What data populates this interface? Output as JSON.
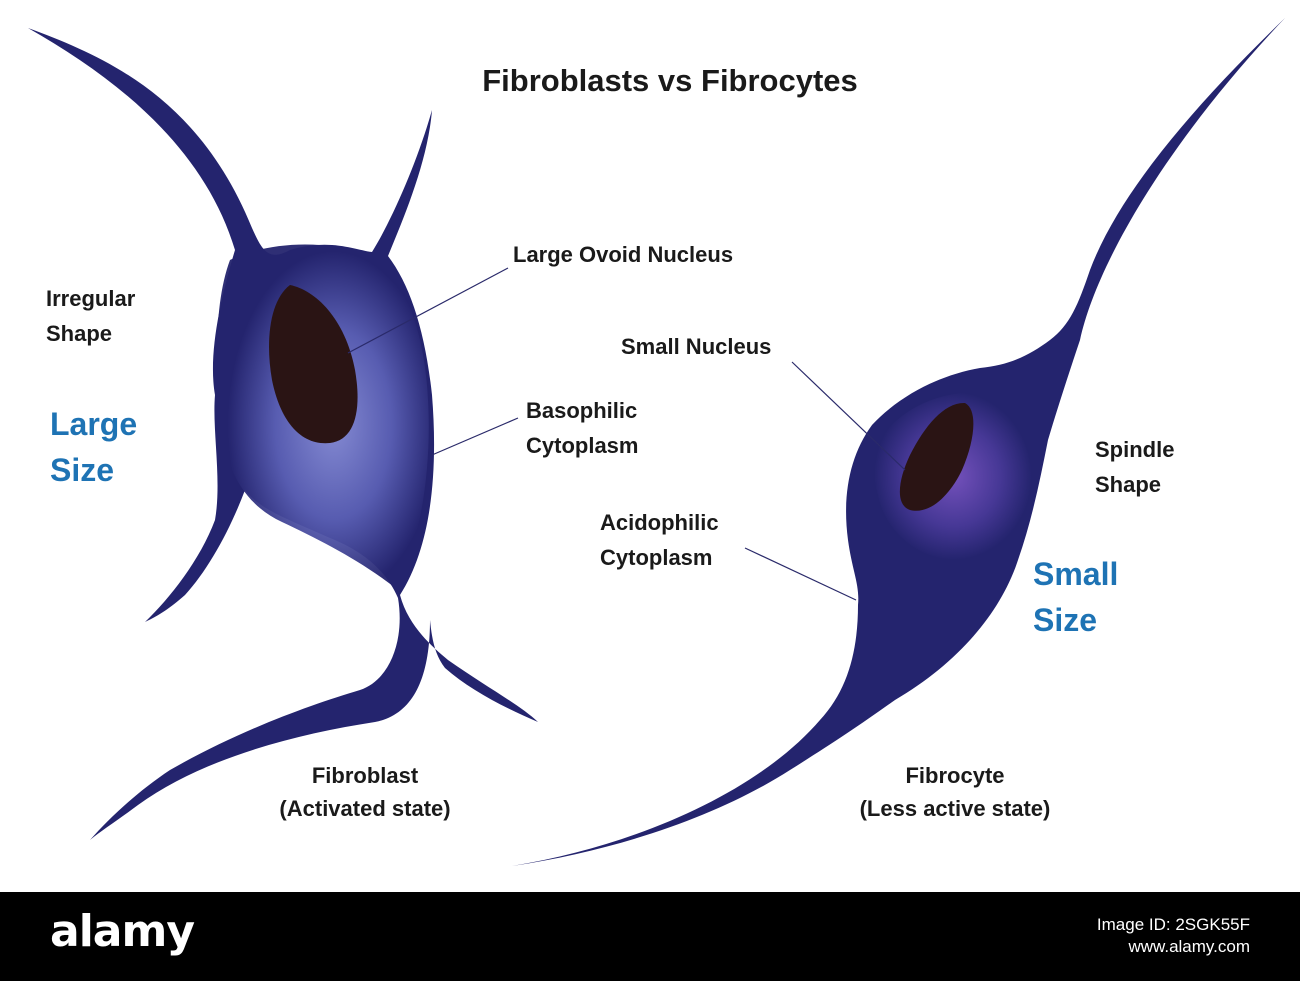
{
  "diagram": {
    "title": "Fibroblasts vs Fibrocytes",
    "colors": {
      "cell_body": "#24246e",
      "cell_highlight": "#8a90d8",
      "fibrocyte_highlight": "#7d56c4",
      "nucleus": "#2a1414",
      "label_text": "#1a1a1a",
      "size_text": "#1e73b4",
      "leader_line": "#2a2a6a"
    },
    "fibroblast": {
      "shape_label": [
        "Irregular",
        "Shape"
      ],
      "size_label": [
        "Large",
        "Size"
      ],
      "nucleus_label": "Large Ovoid Nucleus",
      "cytoplasm_label": [
        "Basophilic",
        "Cytoplasm"
      ],
      "name": "Fibroblast",
      "state": "(Activated state)"
    },
    "fibrocyte": {
      "nucleus_label": "Small Nucleus",
      "cytoplasm_label": [
        "Acidophilic",
        "Cytoplasm"
      ],
      "shape_label": [
        "Spindle",
        "Shape"
      ],
      "size_label": [
        "Small",
        "Size"
      ],
      "name": "Fibrocyte",
      "state": "(Less active state)"
    }
  },
  "footer": {
    "logo": "alamy",
    "image_id_lines": [
      "Image ID: 2SGK55F",
      "www.alamy.com"
    ]
  }
}
